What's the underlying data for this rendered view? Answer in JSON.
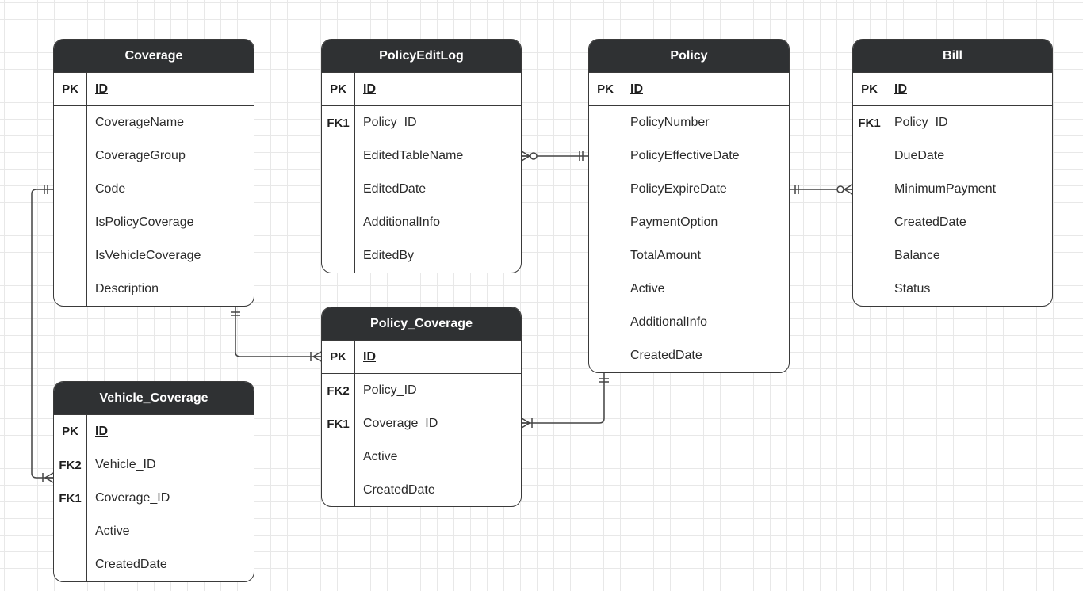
{
  "diagram": {
    "colors": {
      "header_bg": "#2f3133",
      "header_text": "#ffffff",
      "border": "#3a3a3a",
      "grid": "#e8e8e8",
      "connector": "#444444"
    },
    "entities": [
      {
        "id": "coverage",
        "title": "Coverage",
        "rows": [
          {
            "key": "PK",
            "field": "ID"
          },
          {
            "key": "",
            "field": "CoverageName"
          },
          {
            "key": "",
            "field": "CoverageGroup"
          },
          {
            "key": "",
            "field": "Code"
          },
          {
            "key": "",
            "field": "IsPolicyCoverage"
          },
          {
            "key": "",
            "field": "IsVehicleCoverage"
          },
          {
            "key": "",
            "field": "Description"
          }
        ]
      },
      {
        "id": "policy-edit-log",
        "title": "PolicyEditLog",
        "rows": [
          {
            "key": "PK",
            "field": "ID"
          },
          {
            "key": "FK1",
            "field": "Policy_ID"
          },
          {
            "key": "",
            "field": "EditedTableName"
          },
          {
            "key": "",
            "field": "EditedDate"
          },
          {
            "key": "",
            "field": "AdditionalInfo"
          },
          {
            "key": "",
            "field": "EditedBy"
          }
        ]
      },
      {
        "id": "policy",
        "title": "Policy",
        "rows": [
          {
            "key": "PK",
            "field": "ID"
          },
          {
            "key": "",
            "field": "PolicyNumber"
          },
          {
            "key": "",
            "field": "PolicyEffectiveDate"
          },
          {
            "key": "",
            "field": "PolicyExpireDate"
          },
          {
            "key": "",
            "field": "PaymentOption"
          },
          {
            "key": "",
            "field": "TotalAmount"
          },
          {
            "key": "",
            "field": "Active"
          },
          {
            "key": "",
            "field": "AdditionalInfo"
          },
          {
            "key": "",
            "field": "CreatedDate"
          }
        ]
      },
      {
        "id": "bill",
        "title": "Bill",
        "rows": [
          {
            "key": "PK",
            "field": "ID"
          },
          {
            "key": "FK1",
            "field": "Policy_ID"
          },
          {
            "key": "",
            "field": "DueDate"
          },
          {
            "key": "",
            "field": "MinimumPayment"
          },
          {
            "key": "",
            "field": "CreatedDate"
          },
          {
            "key": "",
            "field": "Balance"
          },
          {
            "key": "",
            "field": "Status"
          }
        ]
      },
      {
        "id": "policy-coverage",
        "title": "Policy_Coverage",
        "rows": [
          {
            "key": "PK",
            "field": "ID"
          },
          {
            "key": "FK2",
            "field": "Policy_ID"
          },
          {
            "key": "FK1",
            "field": "Coverage_ID"
          },
          {
            "key": "",
            "field": "Active"
          },
          {
            "key": "",
            "field": "CreatedDate"
          }
        ]
      },
      {
        "id": "vehicle-coverage",
        "title": "Vehicle_Coverage",
        "rows": [
          {
            "key": "PK",
            "field": "ID"
          },
          {
            "key": "FK2",
            "field": "Vehicle_ID"
          },
          {
            "key": "FK1",
            "field": "Coverage_ID"
          },
          {
            "key": "",
            "field": "Active"
          },
          {
            "key": "",
            "field": "CreatedDate"
          }
        ]
      }
    ],
    "relationships": [
      {
        "id": "policyeditlog-policy",
        "from": "policy-edit-log",
        "to": "policy",
        "from_cardinality": "zero-or-many",
        "to_cardinality": "one-and-only-one"
      },
      {
        "id": "policy-bill",
        "from": "policy",
        "to": "bill",
        "from_cardinality": "one-and-only-one",
        "to_cardinality": "zero-or-many"
      },
      {
        "id": "coverage-policycoverage",
        "from": "coverage",
        "to": "policy-coverage",
        "from_cardinality": "one-and-only-one",
        "to_cardinality": "one-or-many"
      },
      {
        "id": "policy-policycoverage",
        "from": "policy",
        "to": "policy-coverage",
        "from_cardinality": "one-and-only-one",
        "to_cardinality": "one-or-many"
      },
      {
        "id": "coverage-vehiclecoverage",
        "from": "coverage",
        "to": "vehicle-coverage",
        "from_cardinality": "one-and-only-one",
        "to_cardinality": "one-or-many"
      }
    ]
  }
}
